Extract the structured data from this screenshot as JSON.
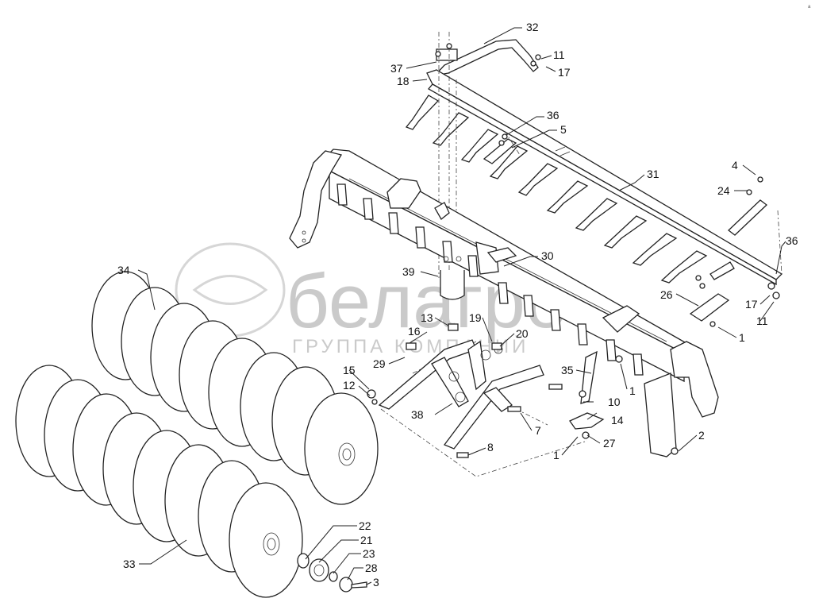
{
  "corner_mark": "а",
  "watermark": {
    "brand": "белагро",
    "tagline": "ГРУППА КОМПАНИЙ"
  },
  "callouts": [
    "1",
    "2",
    "3",
    "4",
    "5",
    "7",
    "8",
    "10",
    "11",
    "12",
    "13",
    "14",
    "15",
    "16",
    "17",
    "18",
    "19",
    "20",
    "21",
    "22",
    "23",
    "24",
    "26",
    "27",
    "28",
    "29",
    "30",
    "31",
    "32",
    "33",
    "34",
    "35",
    "36",
    "37",
    "38",
    "39"
  ],
  "labels": {
    "l32": "32",
    "l37": "37",
    "l18": "18",
    "l11a": "11",
    "l17a": "17",
    "l36a": "36",
    "l5": "5",
    "l31": "31",
    "l4": "4",
    "l24": "24",
    "l36b": "36",
    "l30": "30",
    "l39": "39",
    "l34": "34",
    "l26": "26",
    "l17b": "17",
    "l11b": "11",
    "l1a": "1",
    "l13": "13",
    "l19": "19",
    "l16": "16",
    "l20": "20",
    "l29": "29",
    "l15": "15",
    "l12": "12",
    "l35": "35",
    "l1b": "1",
    "l10": "10",
    "l14": "14",
    "l38": "38",
    "l7": "7",
    "l27": "27",
    "l2": "2",
    "l8": "8",
    "l1c": "1",
    "l22": "22",
    "l21": "21",
    "l23": "23",
    "l33": "33",
    "l28": "28",
    "l3": "3"
  }
}
